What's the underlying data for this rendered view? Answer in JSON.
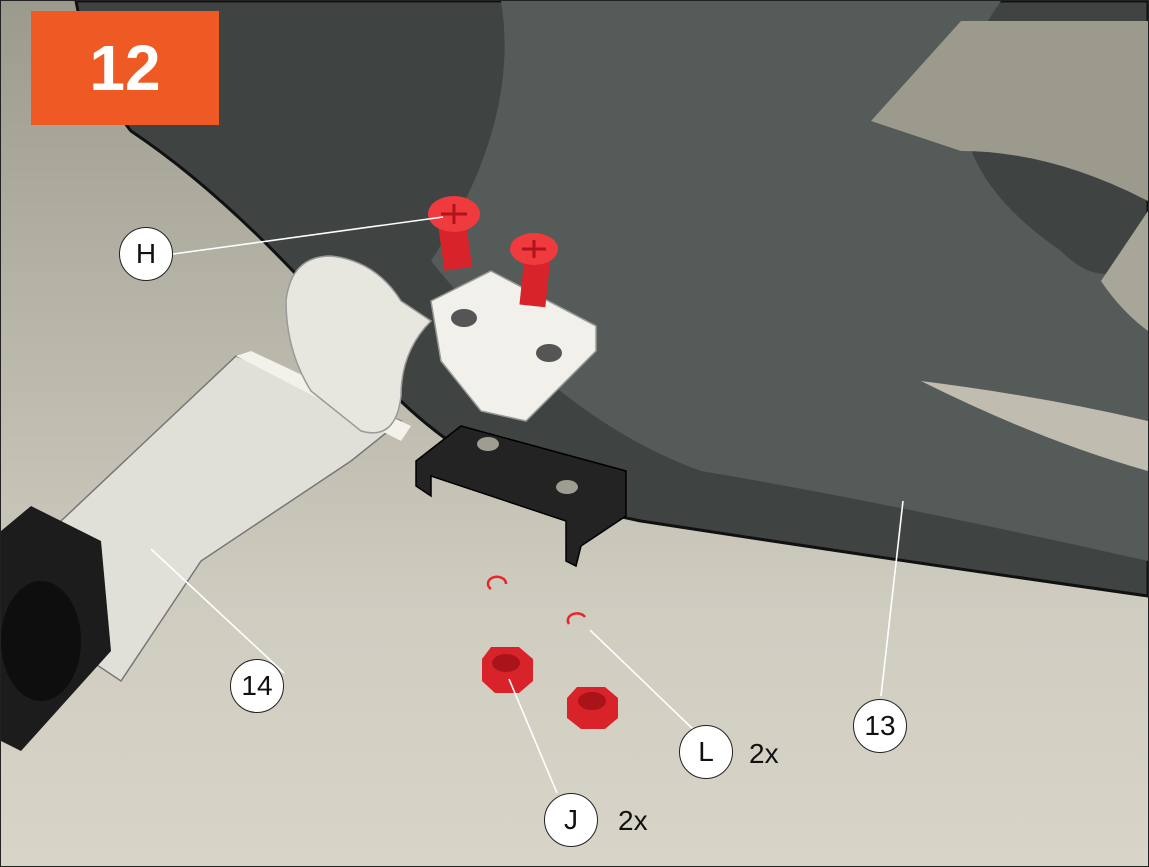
{
  "step": {
    "number": "12"
  },
  "callouts": {
    "h": "H",
    "fourteen": "14",
    "thirteen": "13",
    "l": "L",
    "j": "J"
  },
  "quantities": {
    "l": "2x",
    "j": "2x"
  },
  "colors": {
    "step_badge": "#ef5a24",
    "hardware": "#e8262c",
    "seat": "#4a4f4c",
    "bracket": "#e8e7df",
    "clip": "#222222"
  }
}
